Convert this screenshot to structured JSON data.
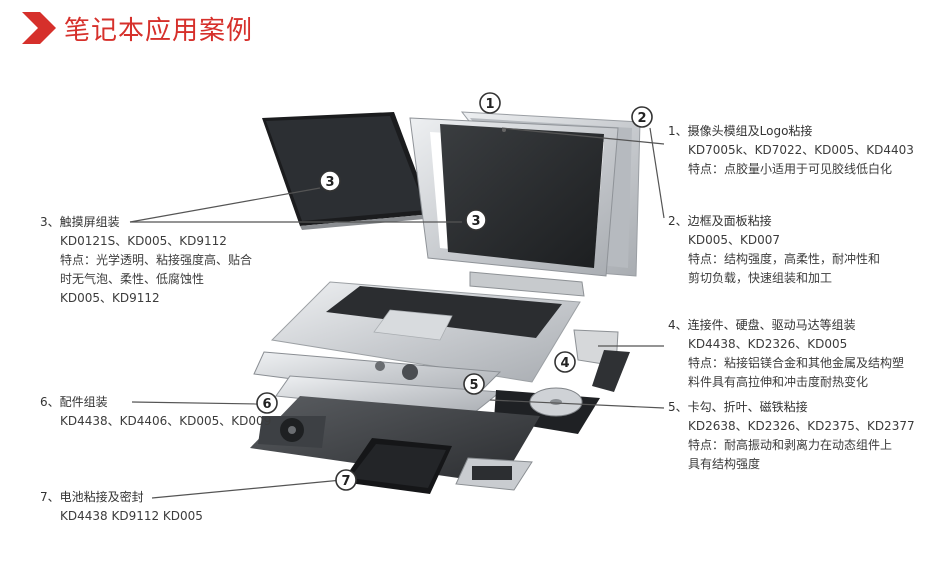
{
  "title": "笔记本应用案例",
  "colors": {
    "accent": "#d6302b",
    "text": "#3c3c3c",
    "line": "#555555"
  },
  "markers": [
    "1",
    "2",
    "3",
    "3",
    "4",
    "5",
    "6",
    "7"
  ],
  "annotations": [
    {
      "id": "a1",
      "head": "1、摄像头模组及Logo粘接",
      "lines": [
        "KD7005k、KD7022、KD005、KD4403",
        "特点：点胶量小适用于可见胶线低白化"
      ]
    },
    {
      "id": "a2",
      "head": "2、边框及面板粘接",
      "lines": [
        "KD005、KD007",
        "特点：结构强度，高柔性，耐冲性和",
        "剪切负载，快速组装和加工"
      ]
    },
    {
      "id": "a3",
      "head": "3、触摸屏组装",
      "lines": [
        "KD0121S、KD005、KD9112",
        "特点：光学透明、粘接强度高、贴合",
        "时无气泡、柔性、低腐蚀性",
        "KD005、KD9112"
      ]
    },
    {
      "id": "a4",
      "head": "4、连接件、硬盘、驱动马达等组装",
      "lines": [
        "KD4438、KD2326、KD005",
        "特点：粘接铝镁合金和其他金属及结构塑",
        "料件具有高拉伸和冲击度耐热变化"
      ]
    },
    {
      "id": "a5",
      "head": "5、卡勾、折叶、磁铁粘接",
      "lines": [
        "KD2638、KD2326、KD2375、KD2377",
        "特点：耐高振动和剥离力在动态组件上",
        "具有结构强度"
      ]
    },
    {
      "id": "a6",
      "head": "6、配件组装",
      "lines": [
        "KD4438、KD4406、KD005、KD009"
      ]
    },
    {
      "id": "a7",
      "head": "7、电池粘接及密封",
      "lines": [
        "KD4438 KD9112 KD005"
      ]
    }
  ]
}
